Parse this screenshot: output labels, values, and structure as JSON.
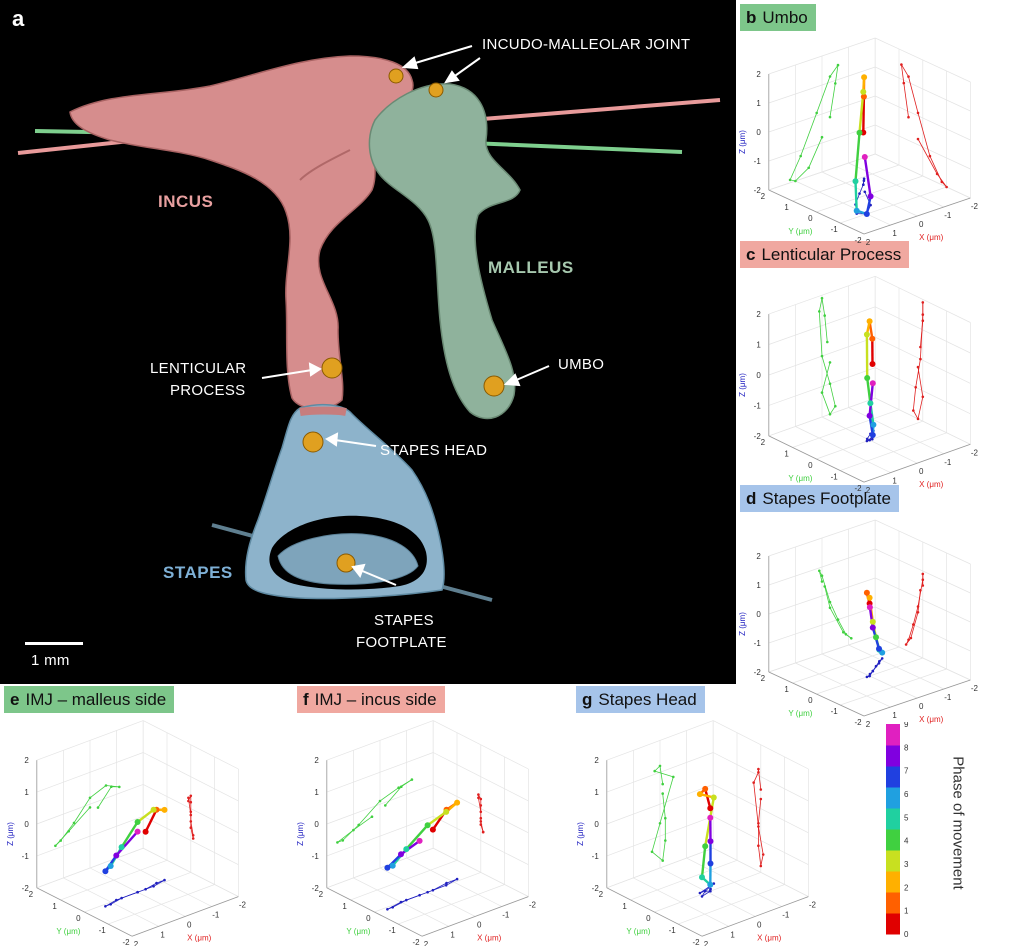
{
  "panel_a": {
    "letter": "a",
    "labels": {
      "incudo_malleolar_joint": "INCUDO-MALLEOLAR JOINT",
      "incus": "INCUS",
      "malleus": "MALLEUS",
      "lenticular_process_1": "LENTICULAR",
      "lenticular_process_2": "PROCESS",
      "umbo": "UMBO",
      "stapes_head": "STAPES HEAD",
      "stapes": "STAPES",
      "stapes_footplate_1": "STAPES",
      "stapes_footplate_2": "FOOTPLATE"
    },
    "scale_bar": "1 mm",
    "colors": {
      "incus": "#d98f8f",
      "malleus": "#8fb09a",
      "stapes": "#8fb4cc",
      "marker": "#e0a020"
    }
  },
  "panels": {
    "b": {
      "letter": "b",
      "title": "Umbo",
      "color": "#7dc68a"
    },
    "c": {
      "letter": "c",
      "title": "Lenticular Process",
      "color": "#f0a8a0"
    },
    "d": {
      "letter": "d",
      "title": "Stapes Footplate",
      "color": "#a6c4ea"
    },
    "e": {
      "letter": "e",
      "title": "IMJ – malleus side",
      "color": "#7dc68a"
    },
    "f": {
      "letter": "f",
      "title": "IMJ – incus side",
      "color": "#f0a8a0"
    },
    "g": {
      "letter": "g",
      "title": "Stapes Head",
      "color": "#a6c4ea"
    }
  },
  "axes": {
    "x_label": "X (μm)",
    "y_label": "Y (μm)",
    "z_label": "Z (μm)",
    "ticks_xy": [
      "2",
      "1",
      "0",
      "-1",
      "-2"
    ],
    "ticks_z": [
      "2",
      "1",
      "0",
      "-1",
      "-2"
    ],
    "range": [
      -2,
      2
    ]
  },
  "colorbar": {
    "label": "Phase of movement",
    "ticks": [
      "9",
      "8",
      "7",
      "6",
      "5",
      "4",
      "3",
      "2",
      "1",
      "0"
    ],
    "colors": [
      "#e00000",
      "#ff6000",
      "#ffb000",
      "#c8e020",
      "#40d040",
      "#20d0a0",
      "#20a0e0",
      "#2040e0",
      "#8000e0",
      "#e020c0"
    ]
  },
  "projection_colors": {
    "x": "#e02020",
    "y": "#40d040",
    "z": "#2020c0"
  }
}
